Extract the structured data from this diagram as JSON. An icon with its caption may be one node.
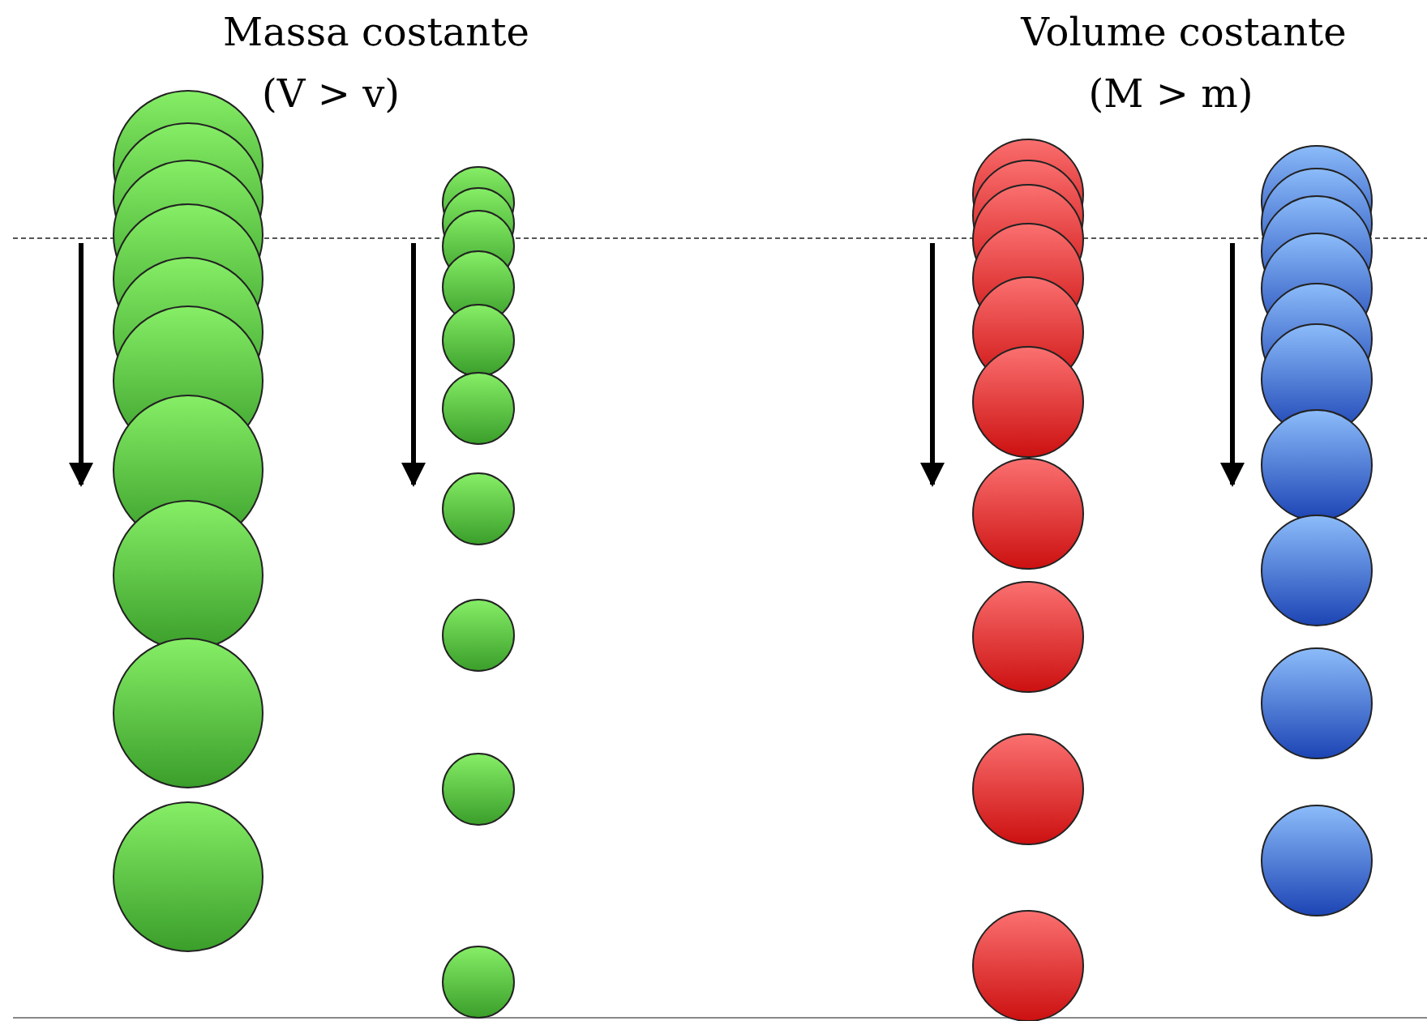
{
  "diagram": {
    "labels": [
      "Massa costante",
      "(V > v)",
      "Volume costante",
      "(M > m)"
    ]
  }
}
